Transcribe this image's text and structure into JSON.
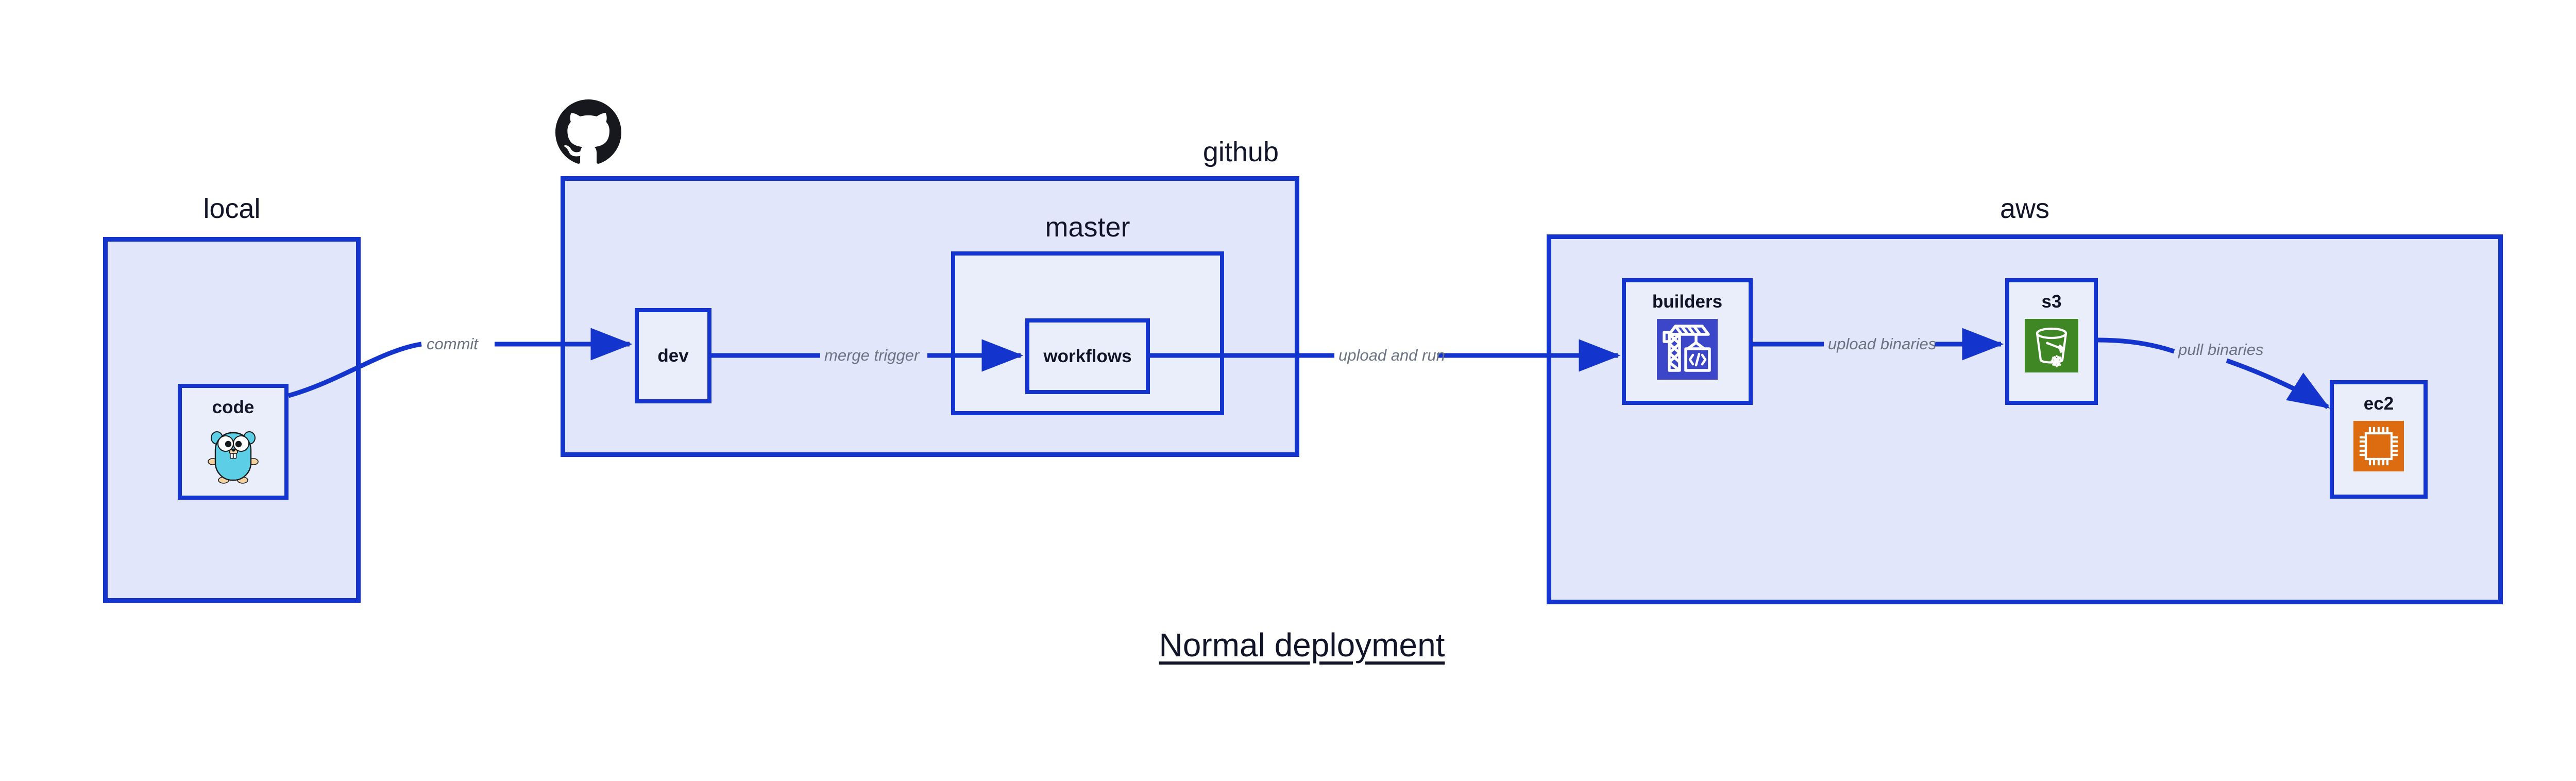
{
  "diagram": {
    "title": "Normal deployment",
    "accent_color": "#1434ce",
    "zone_fill": "#e1e6fa",
    "node_fill": "#eaeefb",
    "label_color": "#121428",
    "edge_label_color": "#6b7280"
  },
  "zones": [
    {
      "id": "local",
      "label": "local"
    },
    {
      "id": "github",
      "label": "github"
    },
    {
      "id": "master",
      "label": "master"
    },
    {
      "id": "aws",
      "label": "aws"
    }
  ],
  "nodes": [
    {
      "id": "code",
      "label": "code",
      "icon": "go-gopher-icon"
    },
    {
      "id": "dev",
      "label": "dev",
      "icon": "none"
    },
    {
      "id": "workflows",
      "label": "workflows",
      "icon": "none"
    },
    {
      "id": "builders",
      "label": "builders",
      "icon": "aws-codebuild-icon",
      "icon_color": "#3c46c8"
    },
    {
      "id": "s3",
      "label": "s3",
      "icon": "aws-s3-glacier-icon",
      "icon_color": "#3f8624"
    },
    {
      "id": "ec2",
      "label": "ec2",
      "icon": "aws-ec2-icon",
      "icon_color": "#dd6b10"
    }
  ],
  "edges": [
    {
      "id": "commit",
      "label": "commit",
      "from": "code",
      "to": "dev"
    },
    {
      "id": "merge-trigger",
      "label": "merge trigger",
      "from": "dev",
      "to": "workflows"
    },
    {
      "id": "upload-and-run",
      "label": "upload and run",
      "from": "workflows",
      "to": "builders"
    },
    {
      "id": "upload-binaries",
      "label": "upload binaries",
      "from": "builders",
      "to": "s3"
    },
    {
      "id": "pull-binaries",
      "label": "pull binaries",
      "from": "s3",
      "to": "ec2"
    }
  ],
  "logos": [
    {
      "id": "github-logo",
      "name": "github-octocat-icon",
      "color": "#16181d"
    }
  ]
}
